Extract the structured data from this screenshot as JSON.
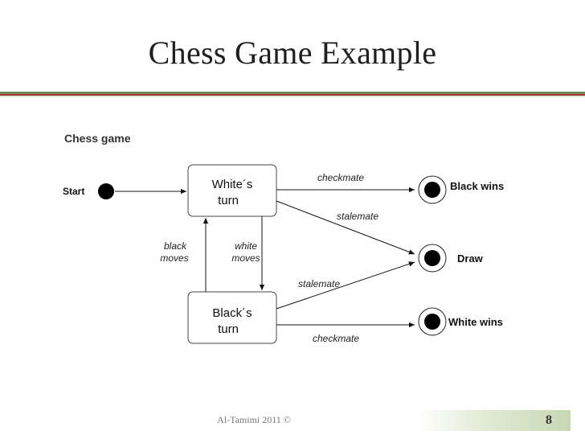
{
  "slide": {
    "title": "Chess Game Example",
    "footer": "Al-Tamimi 2011 ©",
    "page_number": "8"
  },
  "diagram": {
    "caption": "Chess game",
    "start_label": "Start",
    "states": {
      "white_turn": [
        "White´s",
        "turn"
      ],
      "black_turn": [
        "Black´s",
        "turn"
      ]
    },
    "transitions": {
      "white_checkmate": "checkmate",
      "white_stalemate": "stalemate",
      "black_stalemate": "stalemate",
      "black_checkmate": "checkmate",
      "black_moves": [
        "black",
        "moves"
      ],
      "white_moves": [
        "white",
        "moves"
      ]
    },
    "end_states": {
      "black_wins": "Black wins",
      "draw": "Draw",
      "white_wins": "White wins"
    }
  },
  "colors": {
    "accent_green": "#6e8a52",
    "accent_red": "#a33a3a"
  }
}
